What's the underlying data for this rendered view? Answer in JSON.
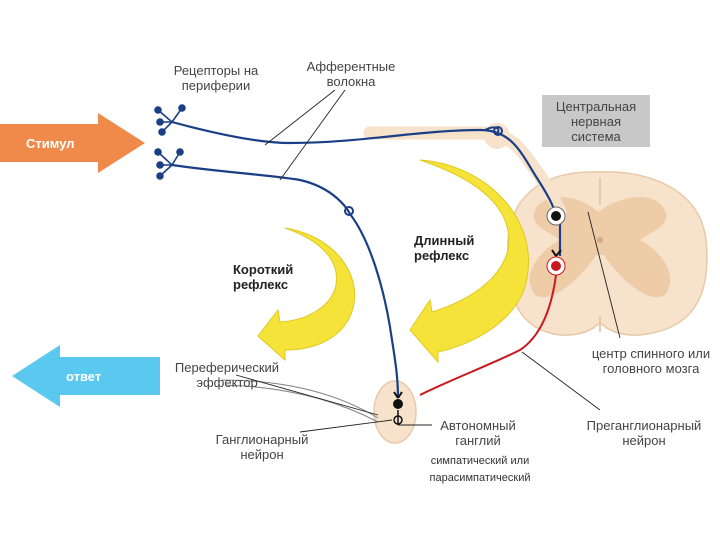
{
  "labels": {
    "stimulus": "Стимул",
    "response": "ответ",
    "receptors": "Рецепторы на\nпериферии",
    "afferent": "Афферентные\nволокна",
    "cns": "Центральная\nнервная\nсистема",
    "long_reflex": "Длинный\nрефлекс",
    "short_reflex": "Короткий\nрефлекс",
    "effector": "Переферический\nэффектор",
    "ganglion_neuron": "Ганглионарный\nнейрон",
    "autonomic_ganglion": "Автономный\nганглий",
    "symp_parasymp": "симпатический или\nпарасимпатический",
    "center": "центр спинного или\nголовного мозга",
    "preganglionic": "Преганглионарный\nнейрон"
  },
  "colors": {
    "stimulus_arrow": "#f08a4b",
    "response_arrow": "#5bc8f0",
    "reflex_arrow": "#f5e33a",
    "afferent_fiber": "#1b3f86",
    "preganglionic_fiber": "#c8191e",
    "tissue": "#f7e2cc",
    "grey_matter": "#eecca8",
    "cns_box": "#c8c8c8"
  },
  "icons": [
    "receptor-endings-icon",
    "spinal-cord-section-icon",
    "autonomic-ganglion-icon"
  ]
}
